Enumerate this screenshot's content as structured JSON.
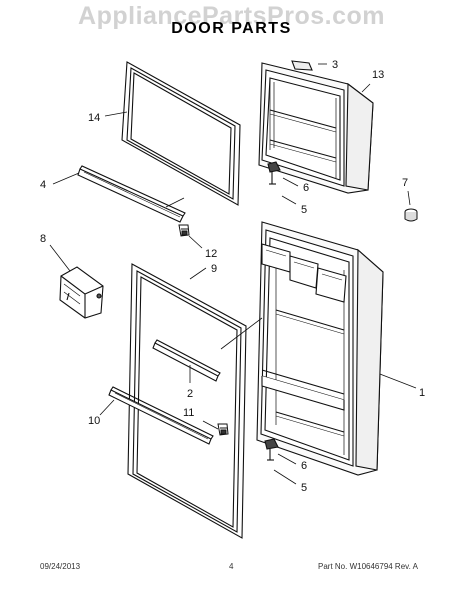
{
  "watermark": "AppliancePartsPros.com",
  "title": "DOOR PARTS",
  "callouts": {
    "c1": "1",
    "c2": "2",
    "c3": "3",
    "c4": "4",
    "c5_upper": "5",
    "c5_lower": "5",
    "c6_upper": "6",
    "c6_lower": "6",
    "c7": "7",
    "c8": "8",
    "c9": "9",
    "c10": "10",
    "c11": "11",
    "c12": "12",
    "c13": "13",
    "c14": "14"
  },
  "footer": {
    "date": "09/24/2013",
    "page": "4",
    "part": "Part No. W10646794  Rev. A"
  }
}
